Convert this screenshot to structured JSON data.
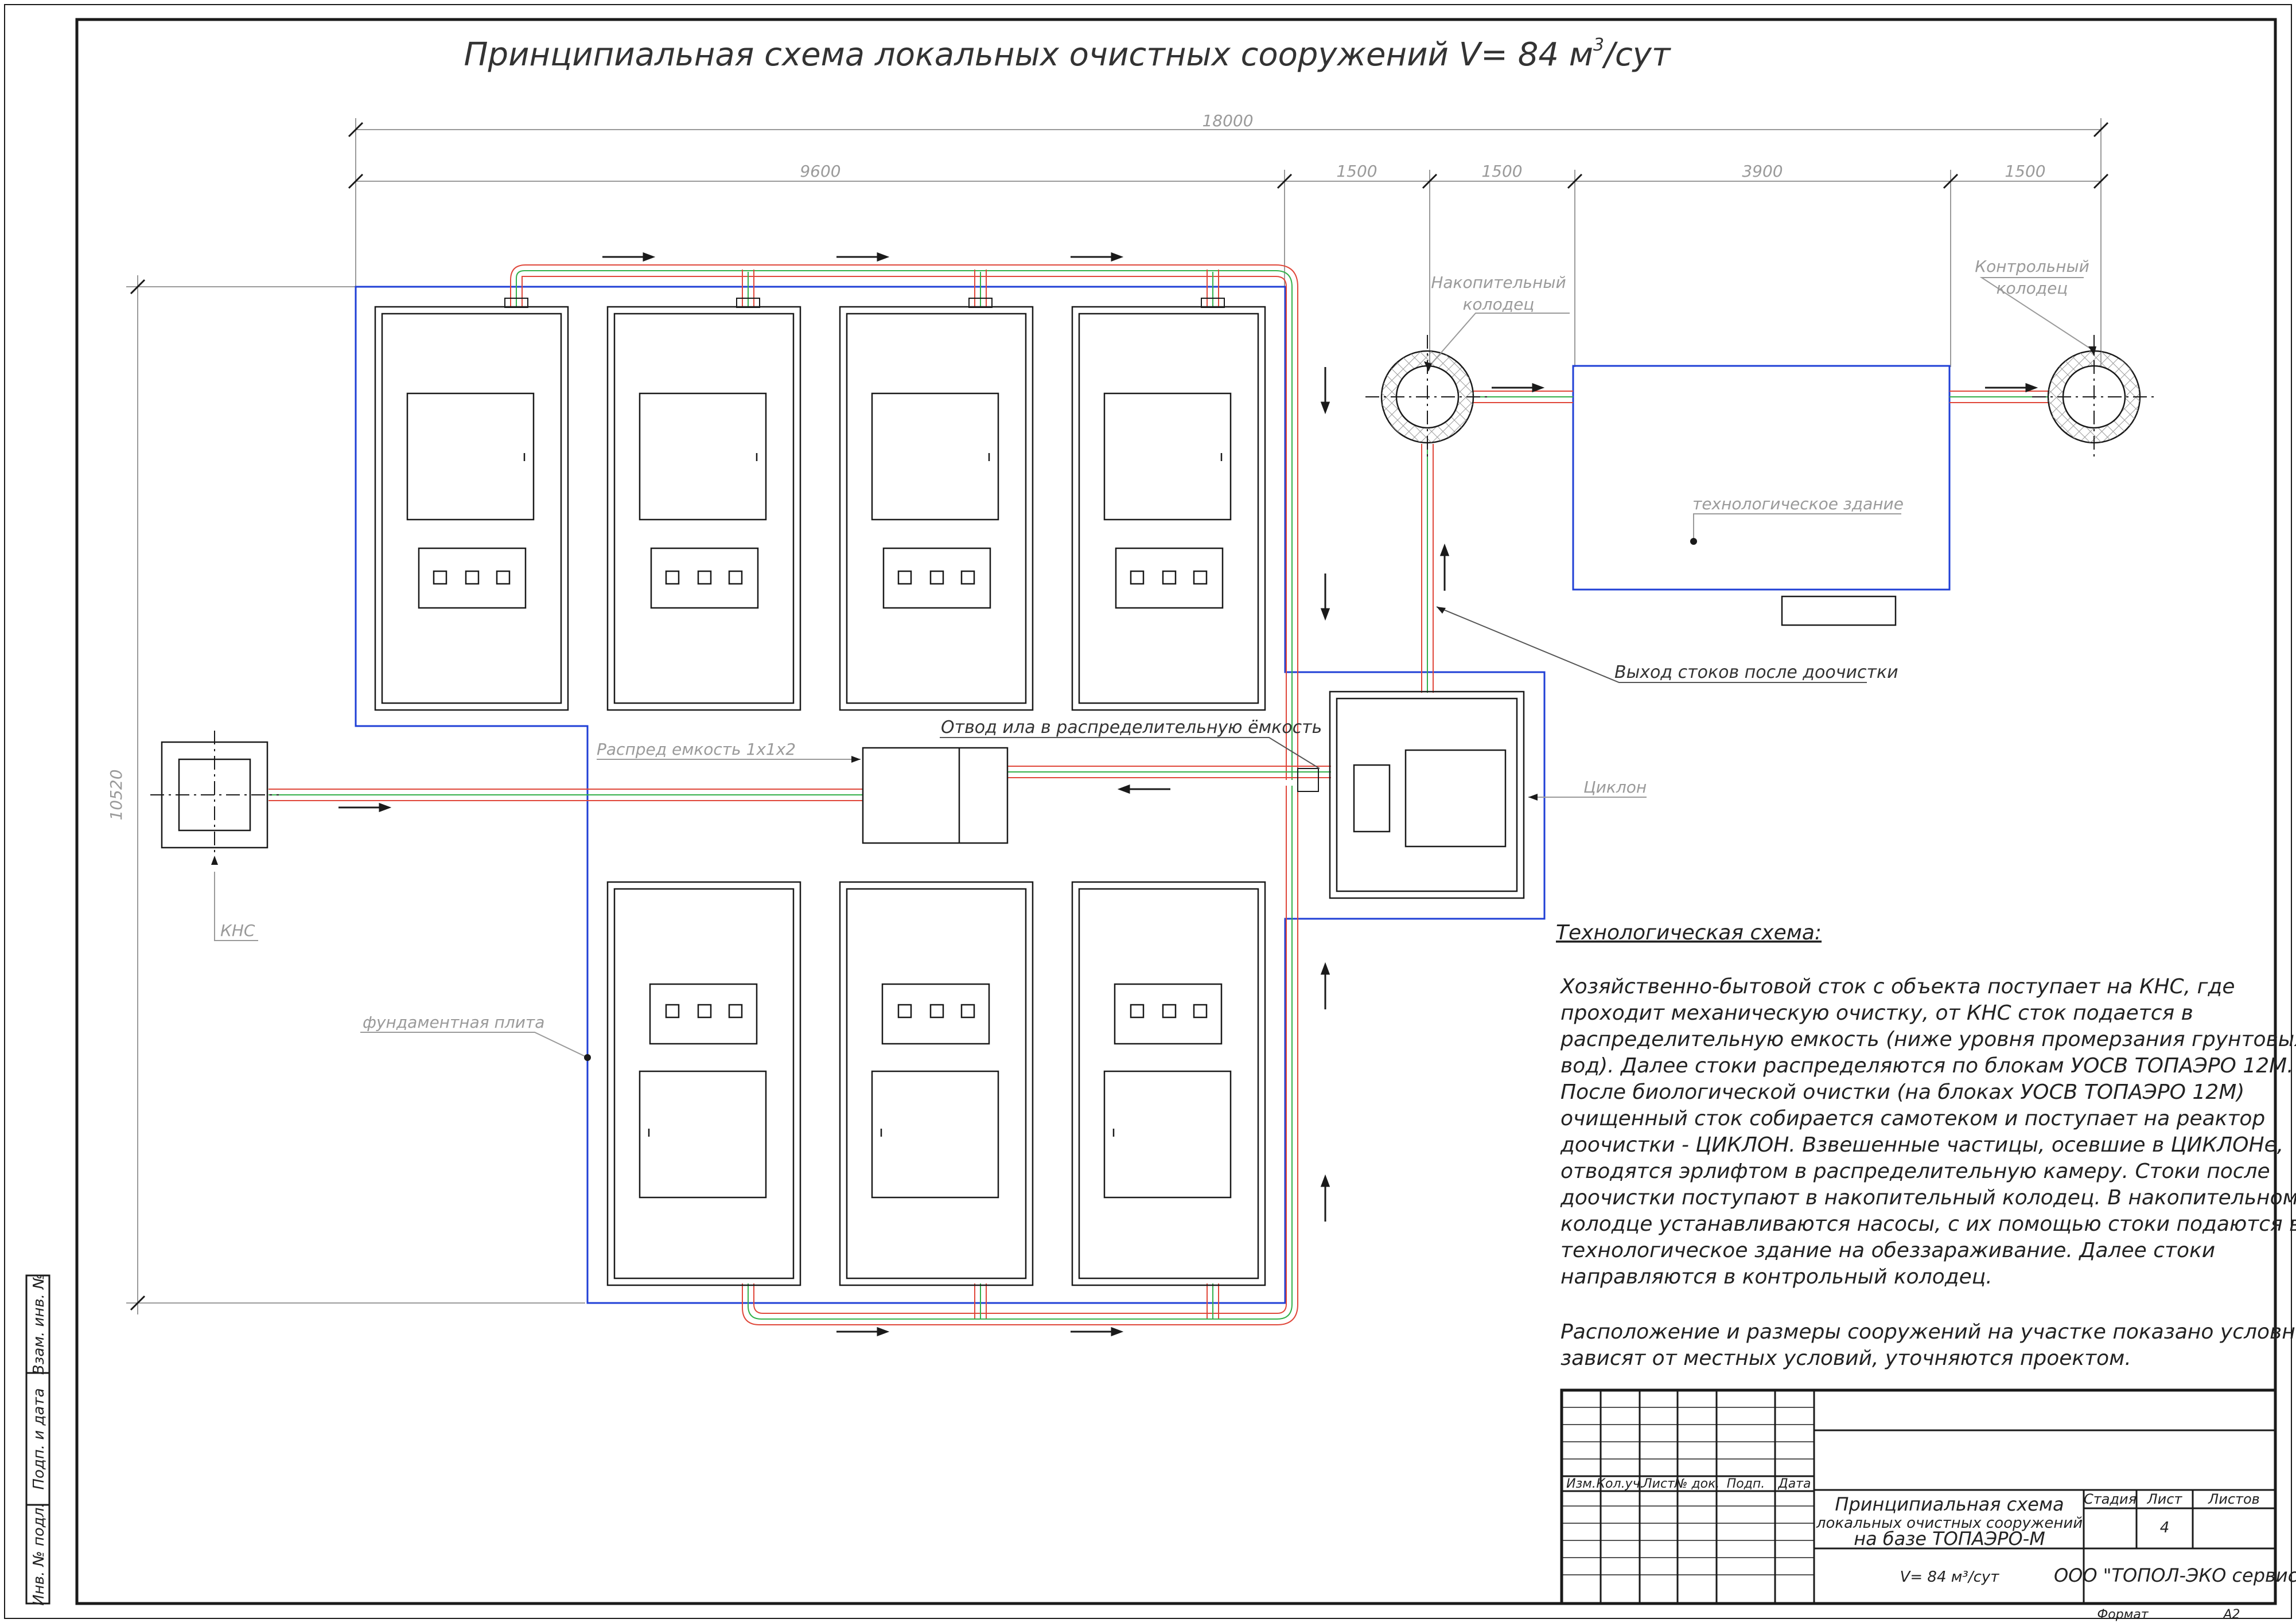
{
  "title": {
    "text": "Принципиальная схема   локальных  очистных  сооружений V= 84 м",
    "sup": "3",
    "tail": "/сут"
  },
  "dimensions": {
    "overall_width": "18000",
    "seg_9600": "9600",
    "seg_1500_a": "1500",
    "seg_1500_b": "1500",
    "seg_3900": "3900",
    "seg_1500_c": "1500",
    "overall_height": "10520"
  },
  "labels": {
    "accum_well": [
      "Накопительный",
      "колодец"
    ],
    "control_well": [
      "Контрольный",
      "колодец"
    ],
    "tech_building": "технологическое здание",
    "outlet": "Выход стоков после доочистки",
    "sludge": "Отвод ила в распределительную ёмкость",
    "distrib": "Распред емкость 1х1х2",
    "cyclone": "Циклон",
    "kns": "КНС",
    "foundation": "фундаментная плита"
  },
  "description": {
    "heading": "Технологическая схема:",
    "lines": [
      "Хозяйственно-бытовой сток с объекта поступает на КНС, где",
      "проходит механическую очистку, от КНС сток подается в",
      "распределительную емкость (ниже уровня промерзания грунтовых",
      "вод). Далее стоки распределяются по блокам УОСВ ТОПАЭРО 12М.",
      "После биологической очистки (на блоках УОСВ ТОПАЭРО 12М)",
      "очищенный сток собирается самотеком и поступает на реактор",
      "доочистки - ЦИКЛОН. Взвешенные частицы, осевшие в ЦИКЛОНе,",
      "отводятся эрлифтом в распределительную камеру. Стоки после",
      "доочистки поступают в накопительный колодец. В накопительном",
      "колодце устанавливаются насосы, с их помощью стоки подаются в",
      "технологическое здание на обеззараживание. Далее стоки",
      "направляются в контрольный колодец."
    ],
    "note_lines": [
      "Расположение и размеры сооружений на участке показано условно и",
      "зависят от местных условий, уточняются проектом."
    ]
  },
  "title_block": {
    "headers": [
      "Изм.",
      "Кол.уч.",
      "Лист",
      "№ док.",
      "Подп.",
      "Дата"
    ],
    "name_lines": [
      "Принципиальная схема",
      "локальных  очистных сооружений",
      "на базе ТОПАЭРО-М"
    ],
    "stage_header": "Стадия",
    "sheet_header": "Лист",
    "sheets_header": "Листов",
    "sheet_value": "4",
    "capacity": "V= 84 м³/сут",
    "company": "ООО \"ТОПОЛ-ЭКО сервис\"",
    "format_label": "Формат",
    "format_value": "А2"
  },
  "side_stamp": [
    "Инв. № подл.",
    "Подп. и дата",
    "Взам. инв. №"
  ],
  "colors": {
    "outline": "#1a1a1a",
    "foundation_blue": "#1f3fd6",
    "pipe_red": "#e0473a",
    "pipe_green": "#34b04a",
    "dimension_gray": "#9a9a9a"
  }
}
